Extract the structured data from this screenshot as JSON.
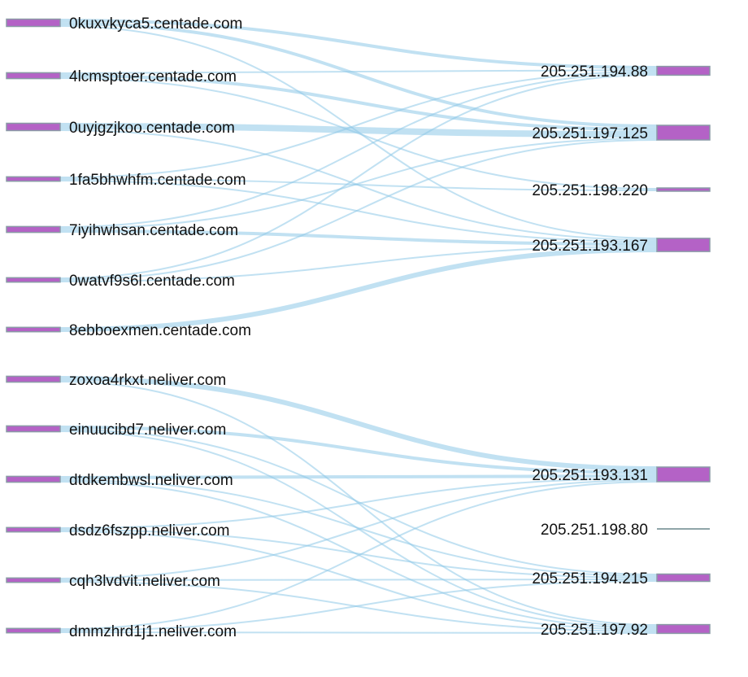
{
  "colors": {
    "node_fill": "#b462c6",
    "node_stroke": "#8a9aa6",
    "link_stroke": "#8ec9e8",
    "text": "#111111"
  },
  "chart_data": {
    "type": "sankey",
    "sources": [
      {
        "id": "s0",
        "label": "0kuxvkyca5.centade.com"
      },
      {
        "id": "s1",
        "label": "4lcmsptoer.centade.com"
      },
      {
        "id": "s2",
        "label": "0uyjgzjkoo.centade.com"
      },
      {
        "id": "s3",
        "label": "1fa5bhwhfm.centade.com"
      },
      {
        "id": "s4",
        "label": "7iyihwhsan.centade.com"
      },
      {
        "id": "s5",
        "label": "0watvf9s6l.centade.com"
      },
      {
        "id": "s6",
        "label": "8ebboexmen.centade.com"
      },
      {
        "id": "s7",
        "label": "zoxoa4rkxt.neliver.com"
      },
      {
        "id": "s8",
        "label": "einuucibd7.neliver.com"
      },
      {
        "id": "s9",
        "label": "dtdkembwsl.neliver.com"
      },
      {
        "id": "s10",
        "label": "dsdz6fszpp.neliver.com"
      },
      {
        "id": "s11",
        "label": "cqh3lvdvit.neliver.com"
      },
      {
        "id": "s12",
        "label": "dmmzhrd1j1.neliver.com"
      }
    ],
    "targets": [
      {
        "id": "t0",
        "label": "205.251.194.88"
      },
      {
        "id": "t1",
        "label": "205.251.197.125"
      },
      {
        "id": "t2",
        "label": "205.251.198.220"
      },
      {
        "id": "t3",
        "label": "205.251.193.167"
      },
      {
        "id": "t4",
        "label": "205.251.193.131"
      },
      {
        "id": "t5",
        "label": "205.251.198.80"
      },
      {
        "id": "t6",
        "label": "205.251.194.215"
      },
      {
        "id": "t7",
        "label": "205.251.197.92"
      }
    ],
    "links": [
      {
        "source": "s0",
        "target": "t0",
        "value": 2
      },
      {
        "source": "s0",
        "target": "t1",
        "value": 2
      },
      {
        "source": "s0",
        "target": "t3",
        "value": 1
      },
      {
        "source": "s1",
        "target": "t1",
        "value": 2
      },
      {
        "source": "s1",
        "target": "t0",
        "value": 1
      },
      {
        "source": "s1",
        "target": "t2",
        "value": 1
      },
      {
        "source": "s2",
        "target": "t1",
        "value": 4
      },
      {
        "source": "s2",
        "target": "t3",
        "value": 1
      },
      {
        "source": "s3",
        "target": "t2",
        "value": 1
      },
      {
        "source": "s3",
        "target": "t0",
        "value": 1
      },
      {
        "source": "s3",
        "target": "t3",
        "value": 1
      },
      {
        "source": "s4",
        "target": "t3",
        "value": 2
      },
      {
        "source": "s4",
        "target": "t1",
        "value": 1
      },
      {
        "source": "s4",
        "target": "t0",
        "value": 1
      },
      {
        "source": "s5",
        "target": "t1",
        "value": 1
      },
      {
        "source": "s5",
        "target": "t3",
        "value": 1
      },
      {
        "source": "s5",
        "target": "t0",
        "value": 1
      },
      {
        "source": "s6",
        "target": "t3",
        "value": 3
      },
      {
        "source": "s7",
        "target": "t4",
        "value": 3
      },
      {
        "source": "s7",
        "target": "t7",
        "value": 1
      },
      {
        "source": "s8",
        "target": "t4",
        "value": 2
      },
      {
        "source": "s8",
        "target": "t6",
        "value": 1
      },
      {
        "source": "s8",
        "target": "t7",
        "value": 1
      },
      {
        "source": "s9",
        "target": "t4",
        "value": 2
      },
      {
        "source": "s9",
        "target": "t6",
        "value": 1
      },
      {
        "source": "s9",
        "target": "t7",
        "value": 1
      },
      {
        "source": "s10",
        "target": "t4",
        "value": 1
      },
      {
        "source": "s10",
        "target": "t6",
        "value": 1
      },
      {
        "source": "s10",
        "target": "t7",
        "value": 1
      },
      {
        "source": "s11",
        "target": "t6",
        "value": 1
      },
      {
        "source": "s11",
        "target": "t4",
        "value": 1
      },
      {
        "source": "s11",
        "target": "t7",
        "value": 1
      },
      {
        "source": "s12",
        "target": "t7",
        "value": 1
      },
      {
        "source": "s12",
        "target": "t4",
        "value": 1
      },
      {
        "source": "s12",
        "target": "t6",
        "value": 1
      }
    ]
  }
}
